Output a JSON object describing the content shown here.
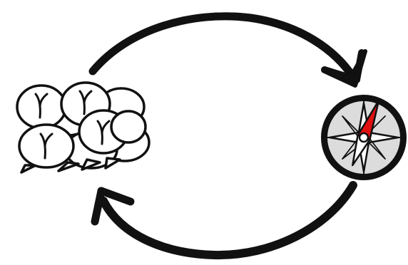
{
  "diagram": {
    "nodes": [
      {
        "id": "speech-bubbles",
        "icon": "speech-bubbles-icon",
        "bubble_glyph": "Y"
      },
      {
        "id": "compass",
        "icon": "compass-icon"
      }
    ],
    "edges": [
      {
        "from": "speech-bubbles",
        "to": "compass",
        "icon": "top-arrow-icon"
      },
      {
        "from": "compass",
        "to": "speech-bubbles",
        "icon": "bottom-arrow-icon"
      }
    ]
  },
  "colors": {
    "ink": "#111111",
    "paper": "#ffffff",
    "compass_face": "#dcdcdc",
    "needle_north": "#e01010",
    "needle_south": "#ffffff"
  }
}
